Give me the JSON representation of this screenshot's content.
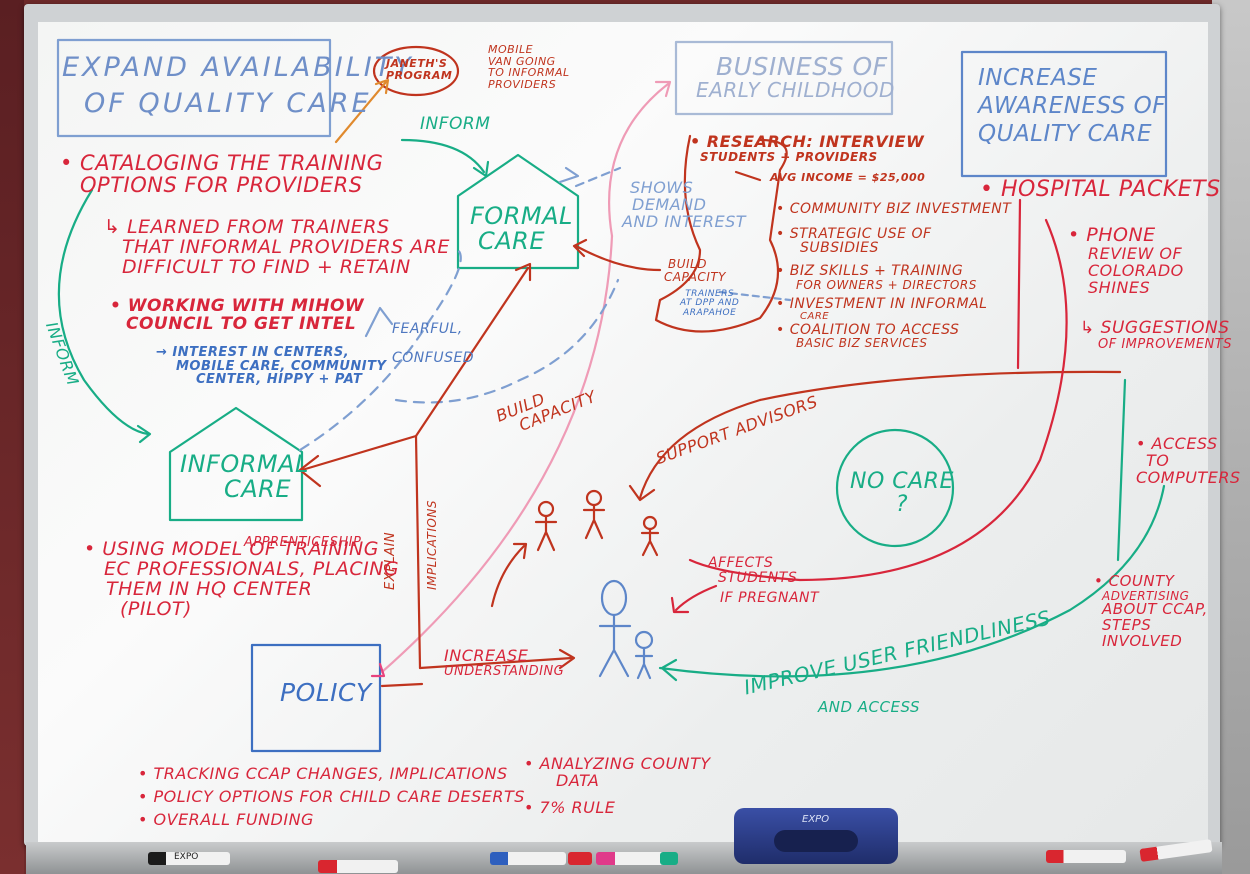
{
  "board": {
    "title_box_1": [
      "EXPAND AVAILABILITY",
      "OF QUALITY CARE"
    ],
    "title_box_2": [
      "BUSINESS OF",
      "EARLY CHILDHOOD"
    ],
    "title_box_3": [
      "INCREASE",
      "AWARENESS OF",
      "QUALITY CARE"
    ],
    "janeth": [
      "JANETH'S",
      "PROGRAM"
    ],
    "mobile_van": [
      "MOBILE",
      "VAN GOING",
      "TO INFORMAL",
      "PROVIDERS"
    ],
    "inform_top": "INFORM",
    "inform_left": "INFORM",
    "formal_care": [
      "FORMAL",
      "CARE"
    ],
    "informal_care": [
      "INFORMAL",
      "CARE"
    ],
    "policy": "POLICY",
    "no_care": [
      "NO CARE",
      "?"
    ],
    "cataloging": [
      "• CATALOGING THE TRAINING",
      "OPTIONS FOR PROVIDERS"
    ],
    "learned": [
      "LEARNED FROM TRAINERS",
      "THAT INFORMAL PROVIDERS ARE",
      "DIFFICULT TO FIND + RETAIN"
    ],
    "working": [
      "• WORKING WITH MIHOW",
      "COUNCIL TO GET INTEL"
    ],
    "interest": [
      "INTEREST IN CENTERS,",
      "MOBILE CARE, COMMUNITY",
      "CENTER, HIPPY + PAT"
    ],
    "fearful": [
      "FEARFUL,",
      "CONFUSED"
    ],
    "shows_demand": [
      "SHOWS",
      "DEMAND",
      "AND INTEREST"
    ],
    "research": [
      "• RESEARCH: INTERVIEW",
      "STUDENTS + PROVIDERS"
    ],
    "avg_income": "AVG INCOME = $25,000",
    "build_capacity_1": [
      "BUILD",
      "CAPACITY"
    ],
    "trainers": [
      "TRAINERS",
      "AT DPP AND",
      "ARAPAHOE"
    ],
    "biz_list": [
      "• COMMUNITY BIZ INVESTMENT",
      "• STRATEGIC USE OF",
      "SUBSIDIES",
      "• BIZ SKILLS + TRAINING",
      "FOR OWNERS + DIRECTORS",
      "• INVESTMENT IN INFORMAL",
      "CARE",
      "• COALITION TO ACCESS",
      "BASIC BIZ SERVICES"
    ],
    "hospital": "• HOSPITAL PACKETS",
    "phone": [
      "• PHONE",
      "REVIEW OF",
      "COLORADO",
      "SHINES"
    ],
    "suggestions": [
      "SUGGESTIONS",
      "OF IMPROVEMENTS"
    ],
    "build_capacity_2": [
      "BUILD",
      "CAPACITY"
    ],
    "support_advisors": "SUPPORT ADVISORS",
    "explain": "EXPLAIN",
    "implications": "IMPLICATIONS",
    "apprenticeship": "APPRENTICESHIP",
    "using_model": [
      "• USING MODEL OF TRAINING",
      "EC PROFESSIONALS, PLACING",
      "THEM IN HQ CENTER",
      "(PILOT)"
    ],
    "affects": [
      "AFFECTS",
      "STUDENTS",
      "IF PREGNANT"
    ],
    "increase": [
      "INCREASE",
      "UNDERSTANDING"
    ],
    "improve": "IMPROVE USER FRIENDLINESS",
    "and_access": "AND ACCESS",
    "access_computers": [
      "• ACCESS",
      "TO",
      "COMPUTERS"
    ],
    "county": [
      "• COUNTY",
      "ADVERTISING",
      "ABOUT CCAP,",
      "STEPS",
      "INVOLVED"
    ],
    "tracking": [
      "• TRACKING CCAP CHANGES, IMPLICATIONS",
      "• POLICY OPTIONS FOR CHILD CARE DESERTS",
      "• OVERALL FUNDING"
    ],
    "analyzing": [
      "• ANALYZING COUNTY",
      "DATA",
      "• 7% RULE"
    ],
    "eraser_brand": "EXPO",
    "marker_brand": "EXPO"
  },
  "colors": {
    "red": "#d8263b",
    "brown_red": "#c0341e",
    "blue": "#3d6fc1",
    "green": "#18ad86",
    "pink": "#e79ab4",
    "light_blue": "#7f9fd1",
    "eraser": "#2c3f8f"
  }
}
